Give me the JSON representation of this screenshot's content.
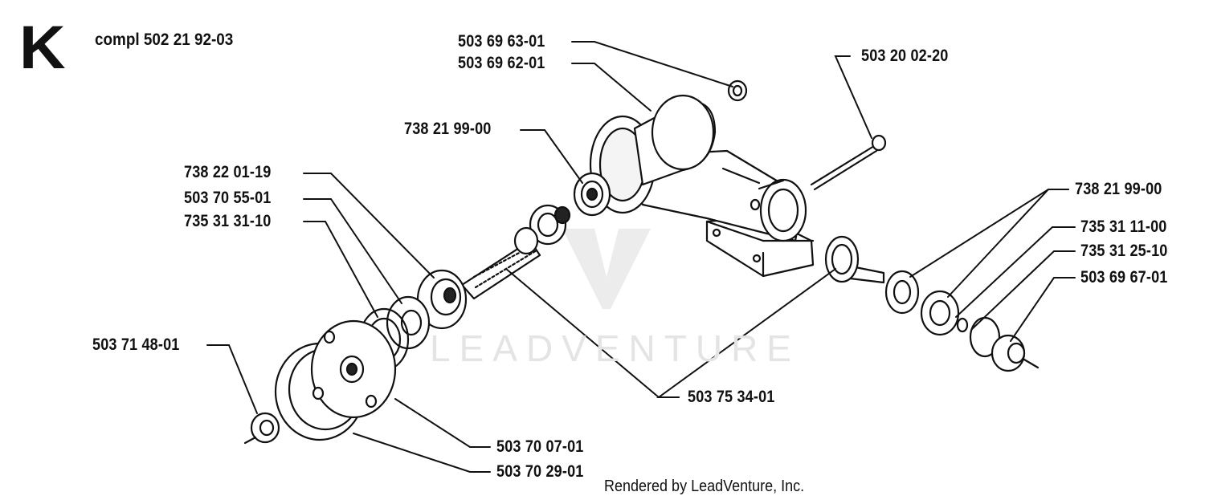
{
  "diagram": {
    "section_letter": "K",
    "assembly_label": "compl 502 21 92-03",
    "credit": "Rendered by LeadVenture, Inc.",
    "watermark_text": "LEADVENTURE",
    "watermark_logo": "leadventure-v-logo",
    "line_color": "#111111",
    "part_labels": [
      "503 69 63-01",
      "503 69 62-01",
      "503 20 02-20",
      "738 21 99-00",
      "738 22 01-19",
      "503 70 55-01",
      "735 31 31-10",
      "738 21 99-00",
      "735 31 11-00",
      "735 31 25-10",
      "503 69 67-01",
      "503 71 48-01",
      "503 75 34-01",
      "503 70 07-01",
      "503 70 29-01"
    ]
  }
}
